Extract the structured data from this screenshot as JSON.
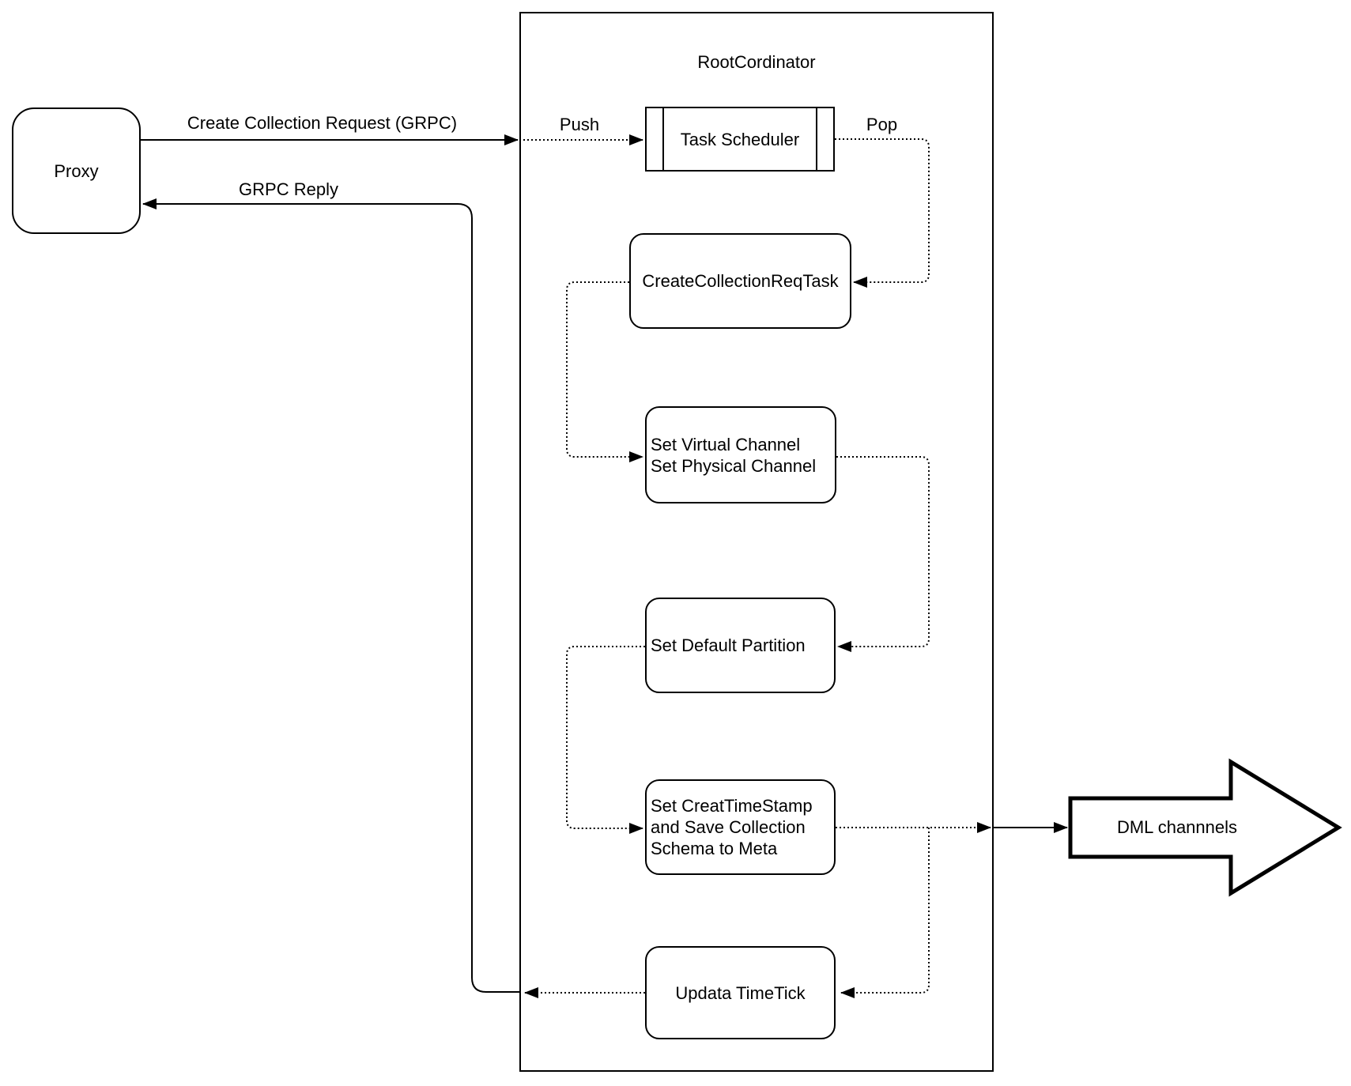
{
  "diagram": {
    "background": "#ffffff",
    "stroke_color": "#000000",
    "fill_color": "#ffffff",
    "nodes": {
      "proxy": {
        "label": "Proxy"
      },
      "root_coordinator": {
        "title": "RootCordinator"
      },
      "task_scheduler": {
        "label": "Task Scheduler"
      },
      "create_collection_req_task": {
        "label": "CreateCollectionReqTask"
      },
      "set_channels": {
        "label": "Set Virtual Channel\nSet Physical Channel"
      },
      "set_default_partition": {
        "label": "Set Default Partition"
      },
      "set_creat_timestamp": {
        "label": "Set CreatTimeStamp\nand Save Collection\nSchema to Meta"
      },
      "updata_timetick": {
        "label": "Updata TimeTick"
      },
      "dml_channels": {
        "label": "DML channnels"
      }
    },
    "edges": {
      "create_collection_request": {
        "label": "Create Collection Request (GRPC)"
      },
      "grpc_reply": {
        "label": "GRPC Reply"
      },
      "push": {
        "label": "Push"
      },
      "pop": {
        "label": "Pop"
      }
    }
  }
}
